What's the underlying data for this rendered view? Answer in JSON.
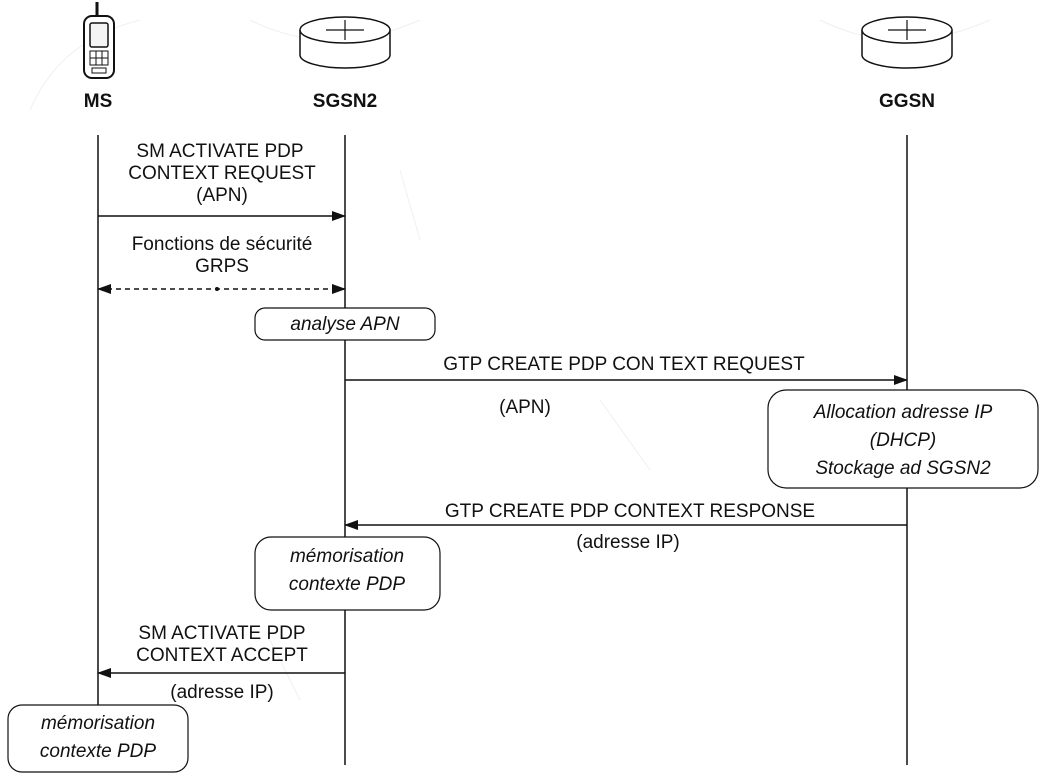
{
  "entities": [
    {
      "id": "ms",
      "name": "MS",
      "icon": "mobile-phone-icon"
    },
    {
      "id": "sgsn2",
      "name": "SGSN2",
      "icon": "router-icon"
    },
    {
      "id": "ggsn",
      "name": "GGSN",
      "icon": "router-icon"
    }
  ],
  "messages": [
    {
      "id": "sm-activate-request",
      "from": "ms",
      "to": "sgsn2",
      "style": "solid",
      "lines": [
        "SM  ACTIVATE PDP",
        "CONTEXT REQUEST",
        "(APN)"
      ]
    },
    {
      "id": "security-functions",
      "from": "ms",
      "to": "sgsn2",
      "style": "dashed-bidirectional",
      "lines": [
        "Fonctions de sécurité",
        "GRPS"
      ]
    },
    {
      "id": "gtp-create-request",
      "from": "sgsn2",
      "to": "ggsn",
      "style": "solid",
      "lines": [
        "GTP CREATE PDP CON TEXT REQUEST"
      ],
      "sub": "(APN)"
    },
    {
      "id": "gtp-create-response",
      "from": "ggsn",
      "to": "sgsn2",
      "style": "solid",
      "lines": [
        "GTP CREATE PDP CONTEXT RESPONSE"
      ],
      "sub": "(adresse IP)"
    },
    {
      "id": "sm-activate-accept",
      "from": "sgsn2",
      "to": "ms",
      "style": "solid",
      "lines": [
        "SM  ACTIVATE PDP",
        "CONTEXT ACCEPT"
      ],
      "sub": "(adresse IP)"
    }
  ],
  "notes": [
    {
      "id": "analyse-apn",
      "at": "sgsn2",
      "lines": [
        "analyse APN"
      ]
    },
    {
      "id": "allocation-ip",
      "at": "ggsn",
      "lines": [
        "Allocation adresse IP",
        "(DHCP)",
        "Stockage ad SGSN2"
      ]
    },
    {
      "id": "memorisation-sgsn2",
      "at": "sgsn2",
      "lines": [
        "mémorisation",
        "contexte PDP"
      ]
    },
    {
      "id": "memorisation-ms",
      "at": "ms",
      "lines": [
        "mémorisation",
        "contexte PDP"
      ]
    }
  ]
}
